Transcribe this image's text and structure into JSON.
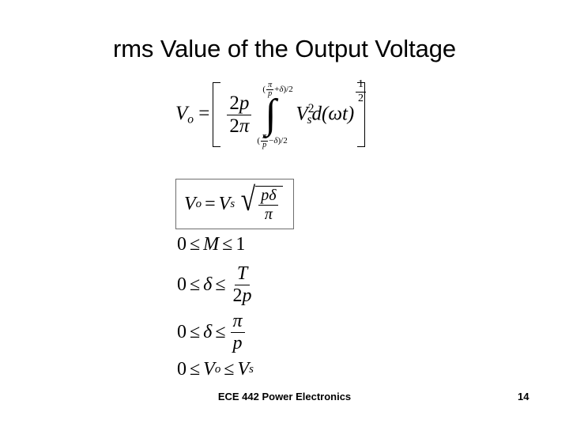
{
  "slide": {
    "title": "rms Value of the Output Voltage",
    "background_color": "#ffffff",
    "text_color": "#000000",
    "box_border_color": "#6e6e6e"
  },
  "equation_main": {
    "lhs": "V",
    "lhs_sub": "o",
    "equals": "=",
    "bracket_open": "[",
    "bracket_close": "]",
    "coefficient": {
      "numerator_num": "2",
      "numerator_var": "p",
      "denominator_num": "2",
      "denominator_var": "π"
    },
    "integral_sign": "∫",
    "upper_limit": {
      "open_paren": "(",
      "frac_num": "π",
      "frac_den": "p",
      "op": "+",
      "delta": "δ",
      "close": ")/2"
    },
    "lower_limit": {
      "open_paren": "(",
      "frac_num": "π",
      "frac_den": "p",
      "op": "−",
      "delta": "δ",
      "close": ")/2"
    },
    "integrand": {
      "var": "V",
      "sub": "s",
      "sup": "2",
      "differential": "d(ωt)"
    },
    "exponent": {
      "numerator": "1",
      "denominator": "2"
    },
    "plain_text": "V_o = [ (2p / 2π) ∫_{(π/p − δ)/2}^{(π/p + δ)/2} V_s^2 d(ωt) ]^{1/2}"
  },
  "equation_boxed": {
    "lhs": "V",
    "lhs_sub": "o",
    "equals": "=",
    "rhs_var": "V",
    "rhs_sub": "s",
    "radical": "√",
    "radicand_num_a": "p",
    "radicand_num_b": "δ",
    "radicand_den": "π",
    "plain_text": "V_o = V_s √(pδ / π)"
  },
  "inequalities": [
    {
      "zero": "0",
      "le1": "≤",
      "variable": "M",
      "le2": "≤",
      "bound_plain": "1",
      "plain_text": "0 ≤ M ≤ 1"
    },
    {
      "zero": "0",
      "le1": "≤",
      "variable": "δ",
      "le2": "≤",
      "bound_num": "T",
      "bound_den_num": "2",
      "bound_den_var": "p",
      "plain_text": "0 ≤ δ ≤ T/(2p)"
    },
    {
      "zero": "0",
      "le1": "≤",
      "variable": "δ",
      "le2": "≤",
      "bound_num": "π",
      "bound_den_var": "p",
      "plain_text": "0 ≤ δ ≤ π/p"
    },
    {
      "zero": "0",
      "le1": "≤",
      "variable": "V",
      "variable_sub": "o",
      "le2": "≤",
      "bound_var": "V",
      "bound_sub": "s",
      "plain_text": "0 ≤ V_o ≤ V_s"
    }
  ],
  "footer": {
    "course": "ECE 442 Power Electronics",
    "page_number": "14"
  }
}
